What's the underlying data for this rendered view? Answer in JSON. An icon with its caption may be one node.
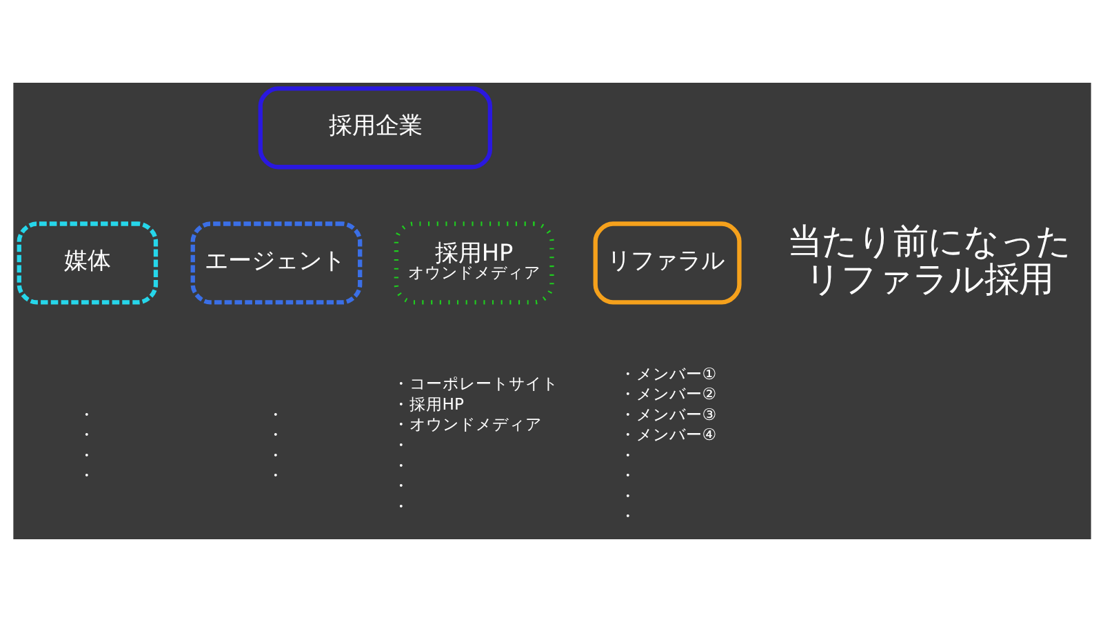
{
  "diagram": {
    "nodes": [
      {
        "text": [
          "採用企業"
        ]
      },
      {
        "text": [
          "媒体"
        ]
      },
      {
        "text": [
          "エージェント"
        ]
      },
      {
        "text": [
          "採用HP",
          "オウンドメディア"
        ]
      },
      {
        "text": [
          "リファラル"
        ]
      }
    ],
    "edges": [],
    "labels": [
      "・",
      "・",
      "・",
      "・",
      "・",
      "・",
      "・",
      "・",
      "・コーポレートサイト",
      "・採用HP",
      "・オウンドメディア",
      "・",
      "・",
      "・",
      "・",
      "・メンバー①",
      "・メンバー②",
      "・メンバー③",
      "・メンバー④",
      "・",
      "・",
      "・",
      "・",
      "当たり前になったリファラル採用"
    ]
  }
}
